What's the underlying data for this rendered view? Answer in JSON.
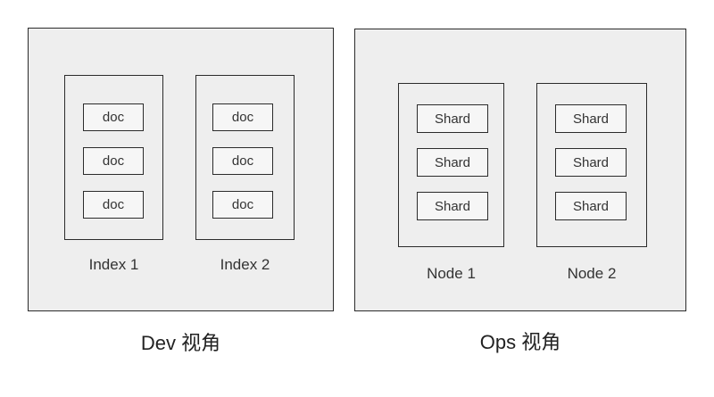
{
  "dev_view": {
    "caption": "Dev 视角",
    "groups": [
      {
        "label": "Index 1",
        "items": [
          "doc",
          "doc",
          "doc"
        ]
      },
      {
        "label": "Index 2",
        "items": [
          "doc",
          "doc",
          "doc"
        ]
      }
    ]
  },
  "ops_view": {
    "caption": "Ops 视角",
    "groups": [
      {
        "label": "Node 1",
        "items": [
          "Shard",
          "Shard",
          "Shard"
        ]
      },
      {
        "label": "Node 2",
        "items": [
          "Shard",
          "Shard",
          "Shard"
        ]
      }
    ]
  }
}
